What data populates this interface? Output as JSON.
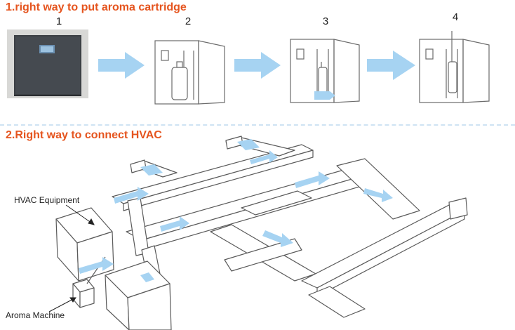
{
  "section1": {
    "title": "1.right way to put aroma cartridge",
    "steps": [
      "1",
      "2",
      "3",
      "4"
    ]
  },
  "section2": {
    "title": "2.Right way to connect HVAC",
    "label_hvac_equipment": "HVAC Equipment",
    "label_aroma_machine": "Aroma Machine"
  },
  "colors": {
    "title": "#e5541e",
    "arrow_fill": "#a6d3f2",
    "device_photo": "#3c4045",
    "outline": "#5a5a5a"
  }
}
